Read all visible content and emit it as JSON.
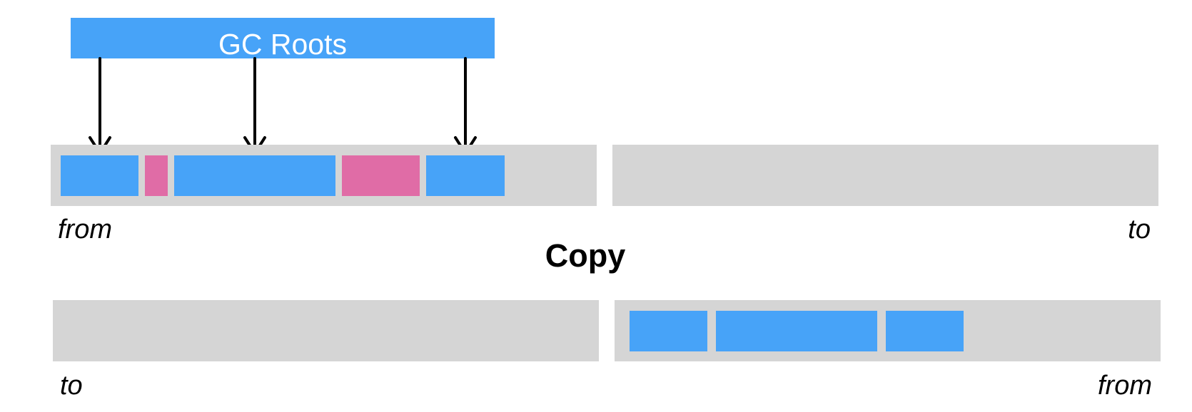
{
  "gc_roots": {
    "label": "GC Roots",
    "color": "#47A3F8"
  },
  "top_row": {
    "left_region_label": "from",
    "right_region_label": "to",
    "left_blocks": [
      {
        "kind": "live",
        "color": "#47A3F8"
      },
      {
        "kind": "garbage",
        "color": "#E06CA6"
      },
      {
        "kind": "live",
        "color": "#47A3F8"
      },
      {
        "kind": "garbage",
        "color": "#E06CA6"
      },
      {
        "kind": "live",
        "color": "#47A3F8"
      }
    ],
    "right_blocks": []
  },
  "operation_label": "Copy",
  "bottom_row": {
    "left_region_label": "to",
    "right_region_label": "from",
    "left_blocks": [],
    "right_blocks": [
      {
        "kind": "live",
        "color": "#47A3F8"
      },
      {
        "kind": "live",
        "color": "#47A3F8"
      },
      {
        "kind": "live",
        "color": "#47A3F8"
      }
    ]
  },
  "colors": {
    "region_background": "#D5D5D5",
    "live_object": "#47A3F8",
    "garbage_object": "#E06CA6",
    "arrow": "#000000"
  }
}
